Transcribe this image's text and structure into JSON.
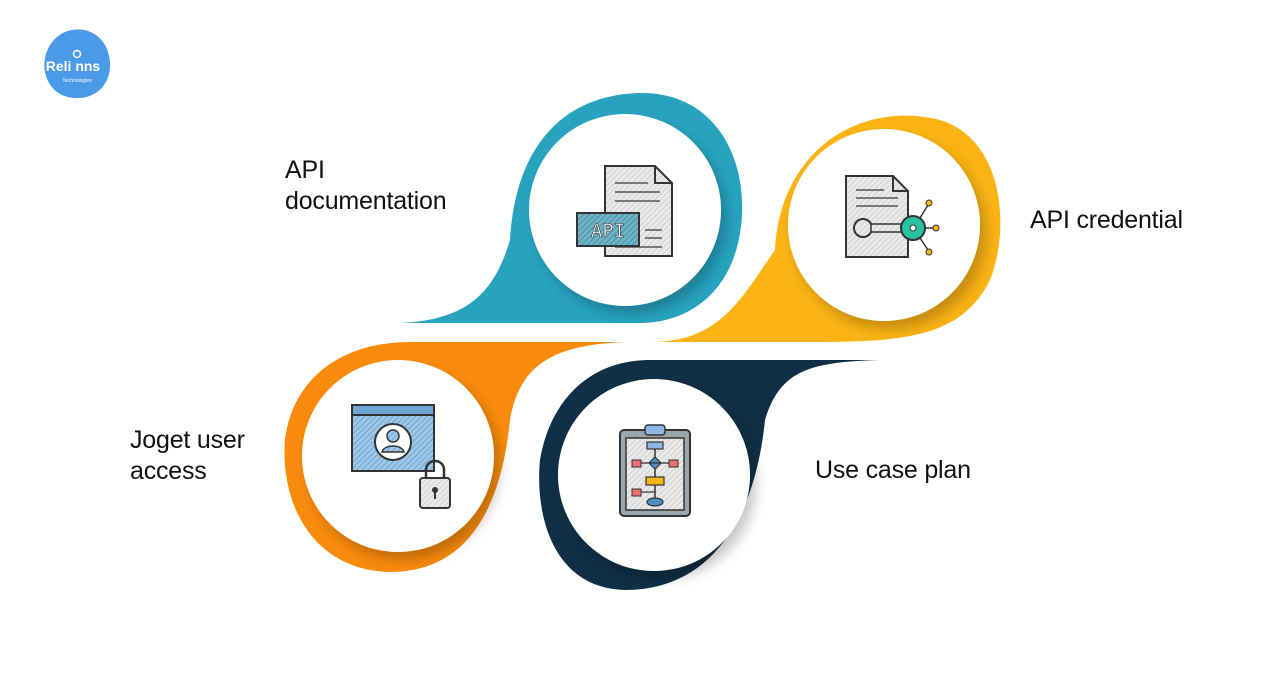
{
  "brand": {
    "logo_text": "Reli nns",
    "logo_tagline": "Technologies",
    "color": "#4a9ae8"
  },
  "steps": [
    {
      "label_lines": [
        "API",
        "documentation"
      ],
      "icon": "api-document-icon",
      "color": "#27a3c0",
      "icon_text": "API"
    },
    {
      "label_lines": [
        "API credential"
      ],
      "icon": "key-document-icon",
      "color": "#fbb314"
    },
    {
      "label_lines": [
        "Joget user",
        "access"
      ],
      "icon": "user-lock-icon",
      "color": "#f98b0c"
    },
    {
      "label_lines": [
        "Use case plan"
      ],
      "icon": "flowchart-clipboard-icon",
      "color": "#0f2f46"
    }
  ]
}
